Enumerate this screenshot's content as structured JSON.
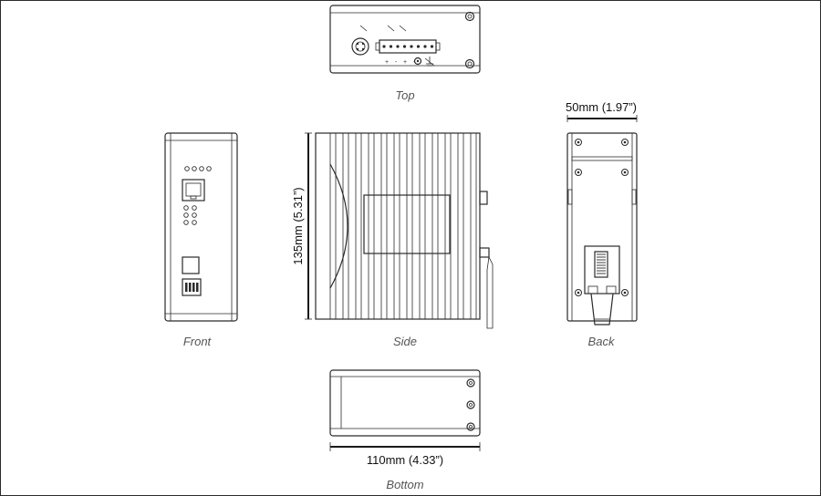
{
  "views": {
    "top": "Top",
    "front": "Front",
    "side": "Side",
    "back": "Back",
    "bottom": "Bottom"
  },
  "dimensions": {
    "width": "50mm (1.97”)",
    "height": "135mm (5.31”)",
    "depth": "110mm (4.33”)"
  },
  "top_terminal_marks": [
    "+",
    "-",
    "+",
    "-"
  ]
}
